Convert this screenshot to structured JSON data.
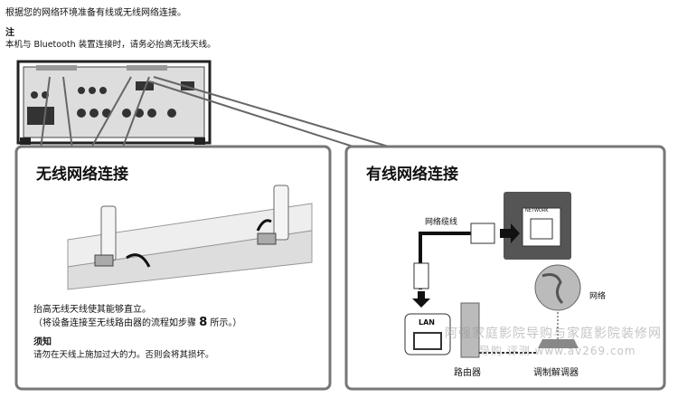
{
  "intro": "根据您的网络环境准备有线或无线网络连接。",
  "note": {
    "title": "注",
    "text": "本机与 Bluetooth 装置连接时，请务必抬高无线天线。"
  },
  "wireless": {
    "title": "无线网络连接",
    "instruction": "抬高无线天线使其能够直立。",
    "reference_prefix": "（将设备连接至无线路由器的流程如步骤",
    "step": "8",
    "reference_suffix": "所示。）",
    "caution_title": "须知",
    "caution_text": "请勿在天线上施加过大的力。否则会将其损坏。"
  },
  "wired": {
    "title": "有线网络连接",
    "cable_label": "网络缆线",
    "port_label": "NETWORK",
    "lan_label": "LAN",
    "router_label": "路由器",
    "modem_label": "调制解调器",
    "internet_label": "网络"
  },
  "watermark": {
    "line1": "阿强家庭影院导购与家庭影院装修网",
    "line2": "导购 评测 www.av269.com"
  }
}
